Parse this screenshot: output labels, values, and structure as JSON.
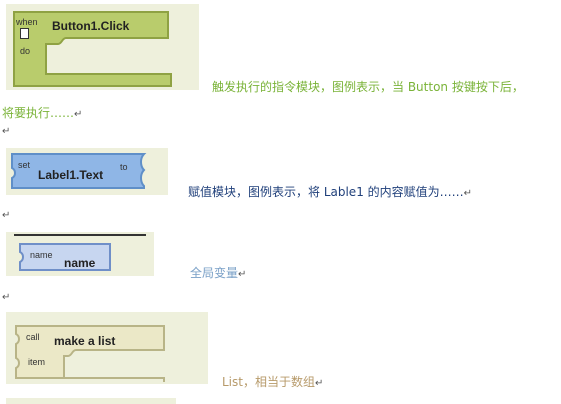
{
  "colors": {
    "event_block": "#b9cc6c",
    "event_block_dark": "#8fa243",
    "setter_block": "#8fb6e6",
    "setter_block_dark": "#5f8fc8",
    "global_block": "#c7d6f0",
    "list_block": "#ebe8c7",
    "caption_green": "#7ab338",
    "caption_navy": "#1f3f7a",
    "caption_lightblue": "#7aa0c7",
    "caption_tan": "#b79a6a"
  },
  "blocks": {
    "event": {
      "when": "when",
      "name": "Button1.Click",
      "do": "do"
    },
    "setter": {
      "set": "set",
      "name": "Label1.Text",
      "to": "to"
    },
    "global": {
      "small": "name",
      "name": "name"
    },
    "list": {
      "call": "call",
      "name": "make a list",
      "item": "item"
    }
  },
  "captions": {
    "event_1": "触发执行的指令模块，图例表示，当 Button 按键按下后，",
    "event_2": "将要执行……",
    "setter": "赋值模块，图例表示，将 Lable1 的内容赋值为……",
    "global": "全局变量",
    "list": "List，相当于数组"
  },
  "marks": {
    "paragraph": "↵"
  },
  "icons": {
    "placeholder": "square-icon"
  }
}
